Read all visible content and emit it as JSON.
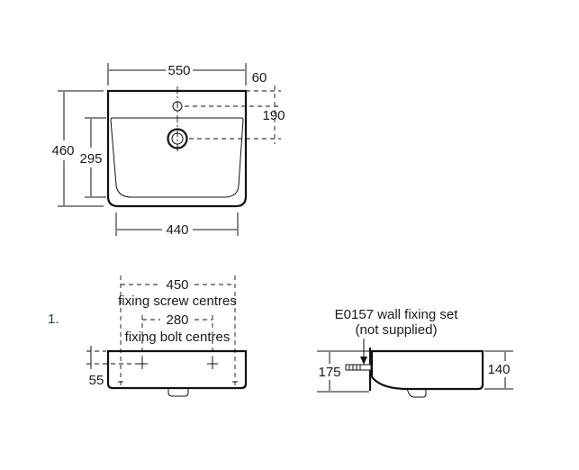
{
  "plan_view": {
    "dimensions": {
      "overall_width": "550",
      "tap_hole_offset": "60",
      "tap_to_waste": "190",
      "overall_depth": "460",
      "bowl_depth": "295",
      "bowl_width": "440"
    }
  },
  "front_view": {
    "item_number": "1.",
    "fixing_screw_spacing": "450",
    "fixing_screw_label": "fixing screw centres",
    "fixing_bolt_spacing": "280",
    "fixing_bolt_label": "fixing bolt centres",
    "fixing_height": "55"
  },
  "side_view": {
    "fixing_set_label": "E0157 wall fixing set",
    "not_supplied_label": "(not supplied)",
    "fixing_height": "175",
    "basin_height": "140"
  }
}
